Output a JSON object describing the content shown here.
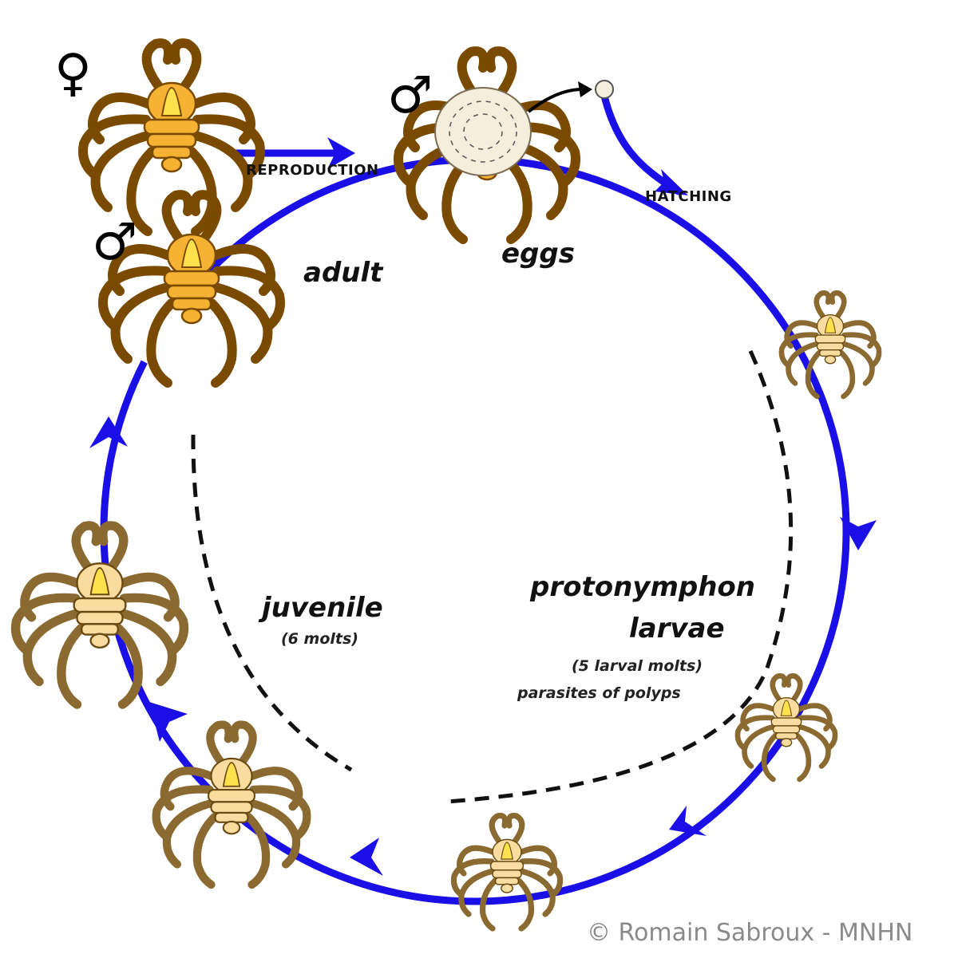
{
  "stages": {
    "adult": "adult",
    "eggs": "eggs",
    "juvenile": "juvenile",
    "juvenile_note": "(6 molts)",
    "larvae_line1": "protonymphon",
    "larvae_line2": "larvae",
    "larvae_note1": "(5 larval molts)",
    "larvae_note2": "parasites of polyps"
  },
  "events": {
    "reproduction": "REPRODUCTION",
    "hatching": "HATCHING"
  },
  "symbols": {
    "female": "♀",
    "male_adult": "♂",
    "male_eggs": "♂"
  },
  "credit": "© Romain Sabroux - MNHN",
  "colors": {
    "cycle_arrow": "#1a0fe6",
    "adult_body": "#f5b233",
    "adult_outline": "#7a4a00",
    "proboscis": "#ffe14d",
    "larva_body": "#f8dca0",
    "egg_mass": "#f5eedc",
    "dashed_line": "#111111"
  }
}
